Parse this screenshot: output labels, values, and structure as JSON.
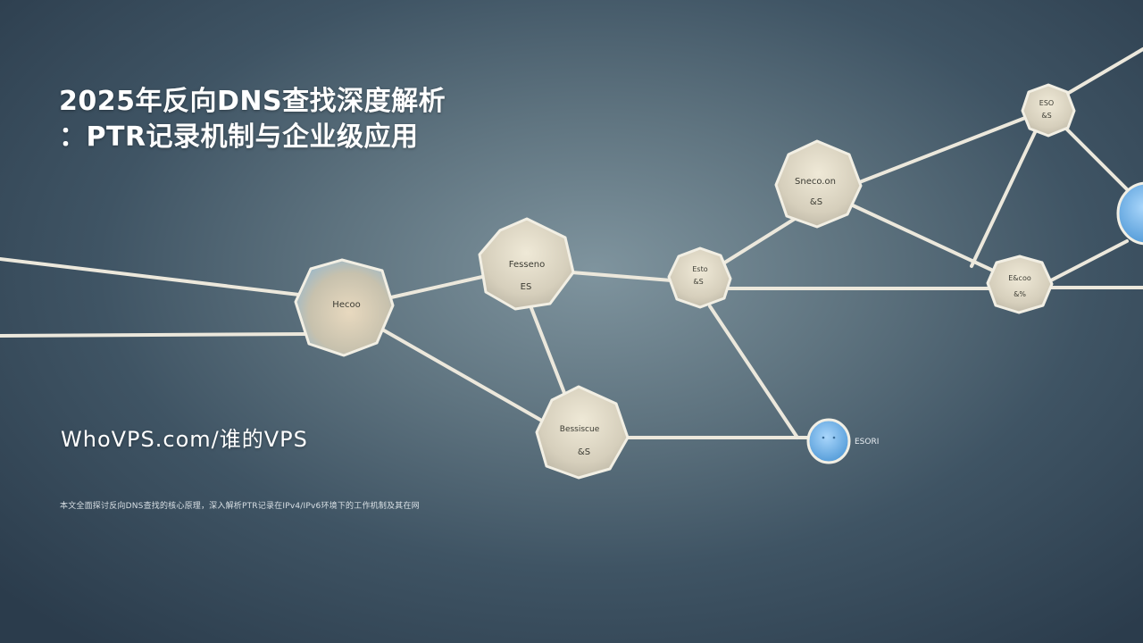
{
  "title": {
    "line1": "2025年反向DNS查找深度解析",
    "line2": "：PTR记录机制与企业级应用"
  },
  "site": "WhoVPS.com/谁的VPS",
  "description": "本文全面探讨反向DNS查找的核心原理，深入解析PTR记录在IPv4/IPv6环境下的工作机制及其在网",
  "network": {
    "nodes": [
      {
        "id": "n1",
        "label": "Hecoo",
        "sublabel": ""
      },
      {
        "id": "n2",
        "label": "Fesseno",
        "sublabel": "ES"
      },
      {
        "id": "n3",
        "label": "Bessiscue",
        "sublabel": "&S"
      },
      {
        "id": "n4",
        "label": "Esto",
        "sublabel": "&S"
      },
      {
        "id": "n5",
        "label": "Sneco.on",
        "sublabel": "&S"
      },
      {
        "id": "n6",
        "label": "ESO",
        "sublabel": "&S"
      },
      {
        "id": "n7",
        "label": "E&coo",
        "sublabel": "&%"
      },
      {
        "id": "n8",
        "label": "",
        "sublabel": ""
      },
      {
        "id": "n9",
        "label": "",
        "sublabel": ""
      }
    ],
    "blue_node_caption": "ESORI"
  },
  "colors": {
    "node_fill": "#ddd6c3",
    "node_stroke": "#f2efe4",
    "link": "#ece8dc",
    "blue_node": "#78b6ea",
    "text": "#ffffff"
  }
}
